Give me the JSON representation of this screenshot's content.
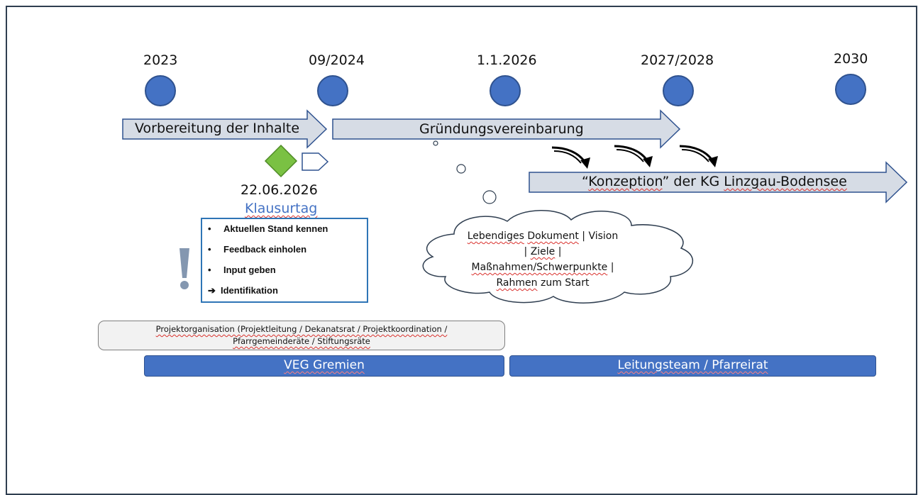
{
  "milestones": [
    {
      "label": "2023"
    },
    {
      "label": "09/2024"
    },
    {
      "label": "1.1.2026"
    },
    {
      "label": "2027/2028"
    },
    {
      "label": "2030"
    }
  ],
  "arrows": {
    "phase1": "Vorbereitung der Inhalte",
    "phase2": "Gründungsvereinbarung",
    "phase3": "“Konzeption” der KG Linzgau-Bodensee"
  },
  "event": {
    "date": "22.06.2026",
    "title": "Klausurtag"
  },
  "exclamation": "!",
  "checklist": [
    {
      "bullet": "•",
      "text": "Aktuellen Stand kennen"
    },
    {
      "bullet": "•",
      "text": "Feedback einholen"
    },
    {
      "bullet": "•",
      "text": "Input geben"
    },
    {
      "bullet": "➔",
      "text": "Identifikation"
    }
  ],
  "cloud": {
    "line1": "Lebendiges Dokument | Vision",
    "line2": "| Ziele |",
    "line3": "Maßnahmen/Schwerpunkte |",
    "line4": "Rahmen zum Start"
  },
  "organisation": {
    "line1": "Projektorganisation (Projektleitung / Dekanatsrat / Projektkoordination /",
    "line2": "Pfarrgemeinderäte / Stiftungsräte"
  },
  "bars": {
    "left": "VEG Gremien",
    "right": "Leitungsteam / Pfarreirat"
  },
  "colors": {
    "milestone": "#4472c4",
    "arrow_fill": "#d6dce5",
    "diamond": "#7ac143",
    "bar": "#4472c4",
    "box_border": "#2e75b6"
  }
}
